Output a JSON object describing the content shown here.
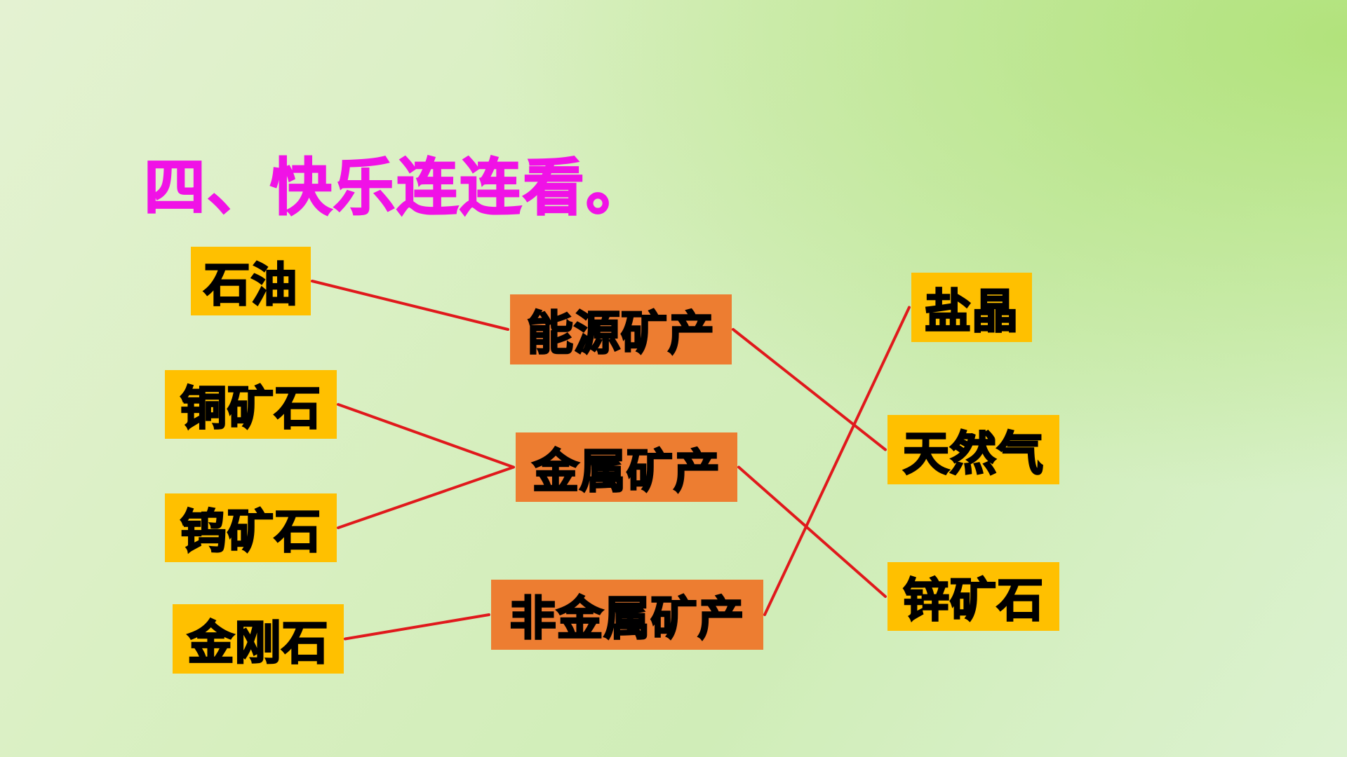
{
  "title": "四、快乐连连看。",
  "colors": {
    "title": "#f012e6",
    "item_box": "#ffc000",
    "category_box": "#ed7d31",
    "line": "#e0191c"
  },
  "left_items": [
    {
      "label": "石油"
    },
    {
      "label": "铜矿石"
    },
    {
      "label": "钨矿石"
    },
    {
      "label": "金刚石"
    }
  ],
  "categories": [
    {
      "label": "能源矿产"
    },
    {
      "label": "金属矿产"
    },
    {
      "label": "非金属矿产"
    }
  ],
  "right_items": [
    {
      "label": "盐晶"
    },
    {
      "label": "天然气"
    },
    {
      "label": "锌矿石"
    }
  ],
  "connections": [
    {
      "from": "石油",
      "to": "能源矿产"
    },
    {
      "from": "铜矿石",
      "to": "金属矿产"
    },
    {
      "from": "钨矿石",
      "to": "金属矿产"
    },
    {
      "from": "金刚石",
      "to": "非金属矿产"
    },
    {
      "from": "能源矿产",
      "to": "天然气"
    },
    {
      "from": "金属矿产",
      "to": "锌矿石"
    },
    {
      "from": "非金属矿产",
      "to": "盐晶"
    }
  ]
}
